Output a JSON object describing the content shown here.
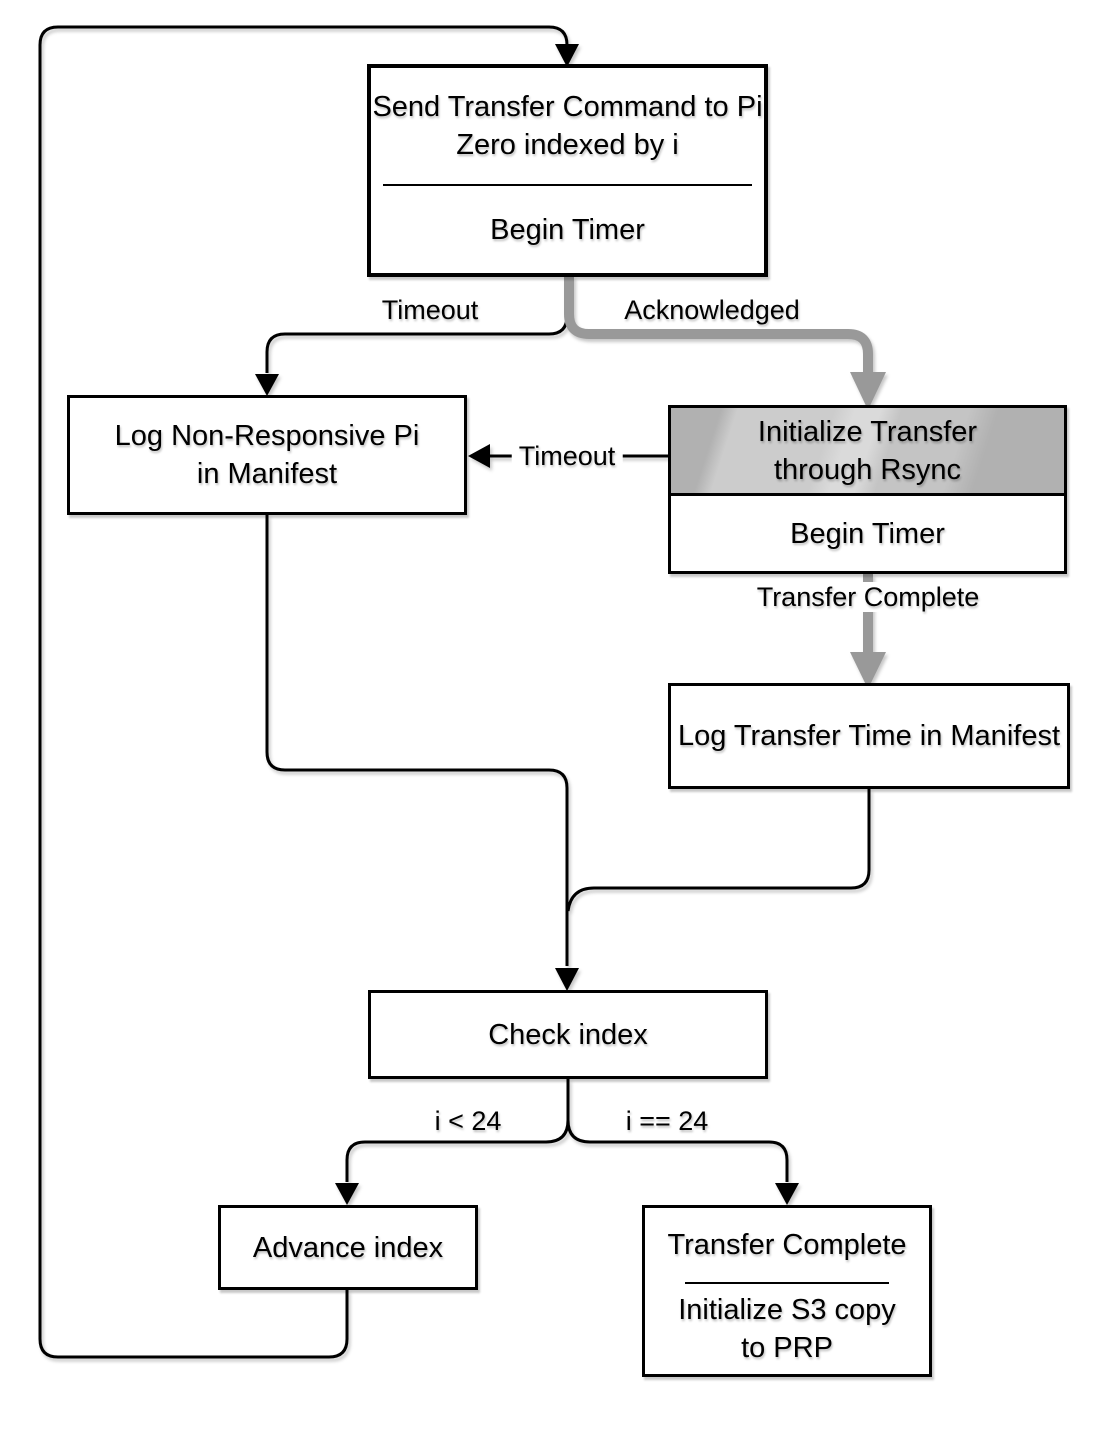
{
  "nodes": {
    "send_command": {
      "title": "Send Transfer Command to Pi\nZero indexed by i",
      "subtitle": "Begin Timer"
    },
    "log_nonresponsive": {
      "title": "Log Non-Responsive Pi\nin Manifest"
    },
    "init_transfer": {
      "title": "Initialize Transfer\nthrough Rsync",
      "subtitle": "Begin Timer"
    },
    "log_transfer_time": {
      "title": "Log Transfer Time in Manifest"
    },
    "check_index": {
      "title": "Check index"
    },
    "advance_index": {
      "title": "Advance index"
    },
    "transfer_complete": {
      "title": "Transfer Complete",
      "subtitle": "Initialize S3 copy\nto PRP"
    }
  },
  "edge_labels": {
    "timeout_branch": "Timeout",
    "acknowledged": "Acknowledged",
    "timeout_mid": "Timeout",
    "transfer_complete": "Transfer Complete",
    "index_lt": "i < 24",
    "index_eq": "i == 24"
  },
  "colors": {
    "edge_black": "#000000",
    "edge_gray": "#999999",
    "node_fill": "#ffffff",
    "node_border": "#000000",
    "text": "#000000",
    "header_dark": "#b1b1b1",
    "header_mid": "#cccccc",
    "header_light": "#dadada",
    "header_mid2": "#c4c4c4"
  }
}
